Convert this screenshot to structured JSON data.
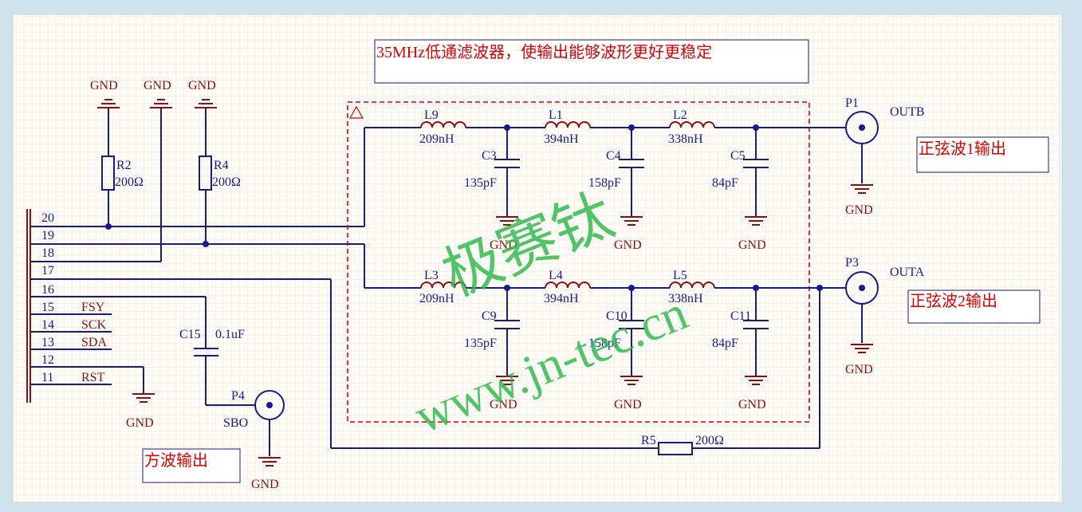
{
  "title_note": "35MHz低通滤波器，使输出能够波形更好更稳定",
  "outputs": {
    "outb_note": "正弦波1输出",
    "outa_note": "正弦波2输出",
    "square_note": "方波输出"
  },
  "watermark": {
    "line1": "极赛钛",
    "line2": "www.jn-tec.cn"
  },
  "connector": {
    "pins": [
      {
        "num": "20",
        "signal": ""
      },
      {
        "num": "19",
        "signal": ""
      },
      {
        "num": "18",
        "signal": ""
      },
      {
        "num": "17",
        "signal": ""
      },
      {
        "num": "16",
        "signal": ""
      },
      {
        "num": "15",
        "signal": "FSY"
      },
      {
        "num": "14",
        "signal": "SCK"
      },
      {
        "num": "13",
        "signal": "SDA"
      },
      {
        "num": "12",
        "signal": ""
      },
      {
        "num": "11",
        "signal": "RST"
      }
    ]
  },
  "gnd_label": "GND",
  "resistors": {
    "r2": {
      "name": "R2",
      "value": "200Ω"
    },
    "r4": {
      "name": "R4",
      "value": "200Ω"
    },
    "r5": {
      "name": "R5",
      "value": "200Ω"
    }
  },
  "inductors": {
    "l9": {
      "name": "L9",
      "value": "209nH"
    },
    "l1": {
      "name": "L1",
      "value": "394nH"
    },
    "l2": {
      "name": "L2",
      "value": "338nH"
    },
    "l3": {
      "name": "L3",
      "value": "209nH"
    },
    "l4": {
      "name": "L4",
      "value": "394nH"
    },
    "l5": {
      "name": "L5",
      "value": "338nH"
    }
  },
  "capacitors": {
    "c3": {
      "name": "C3",
      "value": "135pF"
    },
    "c4": {
      "name": "C4",
      "value": "158pF"
    },
    "c5": {
      "name": "C5",
      "value": "84pF"
    },
    "c9": {
      "name": "C9",
      "value": "135pF"
    },
    "c10": {
      "name": "C10",
      "value": "158pF"
    },
    "c11": {
      "name": "C11",
      "value": "84pF"
    },
    "c15": {
      "name": "C15",
      "value": "0.1uF"
    }
  },
  "ports": {
    "p1": {
      "name": "P1",
      "net": "OUTB"
    },
    "p3": {
      "name": "P3",
      "net": "OUTA"
    },
    "p4": {
      "name": "P4",
      "net": "SBO"
    }
  },
  "colors": {
    "background": "#cfe3ee",
    "sheet": "#fdfbf6",
    "wire": "#1a1a8a",
    "gnd": "#8b1010",
    "annotation": "#e00000",
    "watermark": "#2db84a"
  }
}
